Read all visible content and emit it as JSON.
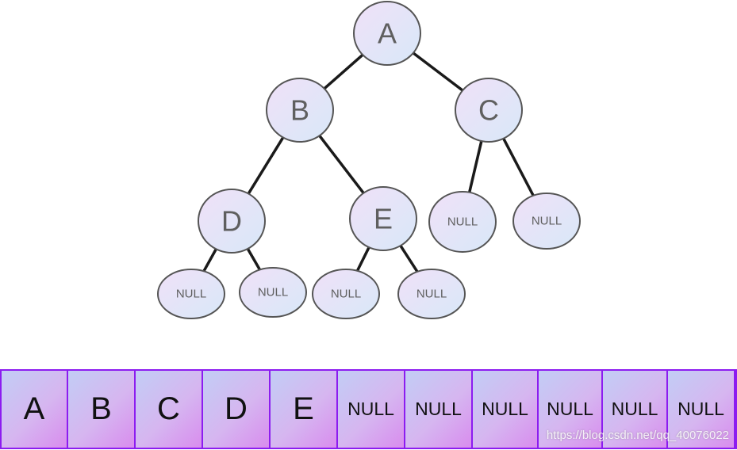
{
  "tree": {
    "nodes": [
      {
        "id": "A",
        "label": "A"
      },
      {
        "id": "B",
        "label": "B"
      },
      {
        "id": "C",
        "label": "C"
      },
      {
        "id": "D",
        "label": "D"
      },
      {
        "id": "E",
        "label": "E"
      },
      {
        "id": "C-left-null",
        "label": "NULL"
      },
      {
        "id": "C-right-null",
        "label": "NULL"
      },
      {
        "id": "D-left-null",
        "label": "NULL"
      },
      {
        "id": "D-right-null",
        "label": "NULL"
      },
      {
        "id": "E-left-null",
        "label": "NULL"
      },
      {
        "id": "E-right-null",
        "label": "NULL"
      }
    ],
    "edges": [
      {
        "from": "A",
        "to": "B"
      },
      {
        "from": "A",
        "to": "C"
      },
      {
        "from": "B",
        "to": "D"
      },
      {
        "from": "B",
        "to": "E"
      },
      {
        "from": "C",
        "to": "C-left-null"
      },
      {
        "from": "C",
        "to": "C-right-null"
      },
      {
        "from": "D",
        "to": "D-left-null"
      },
      {
        "from": "D",
        "to": "D-right-null"
      },
      {
        "from": "E",
        "to": "E-left-null"
      },
      {
        "from": "E",
        "to": "E-right-null"
      }
    ]
  },
  "array": {
    "cells": [
      "A",
      "B",
      "C",
      "D",
      "E",
      "NULL",
      "NULL",
      "NULL",
      "NULL",
      "NULL",
      "NULL"
    ]
  },
  "watermark": "https://blog.csdn.net/qq_40076022",
  "colors": {
    "node_fill_start": "#efe3f8",
    "node_fill_end": "#d9e7f8",
    "node_stroke": "#555555",
    "edge": "#1a1a1a",
    "array_border": "#8c1cf0"
  }
}
